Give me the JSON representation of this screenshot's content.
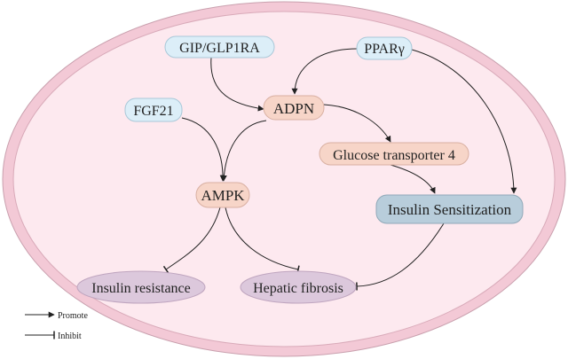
{
  "nodes": {
    "gip": {
      "label": "GIP/GLP1RA",
      "kind": "drug"
    },
    "ppar": {
      "label": "PPARγ",
      "kind": "drug"
    },
    "fgf21": {
      "label": "FGF21",
      "kind": "drug"
    },
    "adpn": {
      "label": "ADPN",
      "kind": "mediator"
    },
    "ampk": {
      "label": "AMPK",
      "kind": "mediator"
    },
    "glut4": {
      "label": "Glucose transporter 4",
      "kind": "mediator"
    },
    "sensitization": {
      "label": "Insulin Sensitization",
      "kind": "effect"
    },
    "resistance": {
      "label": "Insulin resistance",
      "kind": "outcome"
    },
    "fibrosis": {
      "label": "Hepatic fibrosis",
      "kind": "outcome"
    }
  },
  "edges": [
    {
      "from": "gip",
      "to": "adpn",
      "type": "promote"
    },
    {
      "from": "ppar",
      "to": "adpn",
      "type": "promote"
    },
    {
      "from": "ppar",
      "to": "sensitization",
      "type": "promote"
    },
    {
      "from": "fgf21",
      "to": "ampk",
      "type": "promote"
    },
    {
      "from": "adpn",
      "to": "ampk",
      "type": "promote"
    },
    {
      "from": "adpn",
      "to": "glut4",
      "type": "promote"
    },
    {
      "from": "glut4",
      "to": "sensitization",
      "type": "promote"
    },
    {
      "from": "ampk",
      "to": "resistance",
      "type": "inhibit"
    },
    {
      "from": "ampk",
      "to": "fibrosis",
      "type": "inhibit"
    },
    {
      "from": "sensitization",
      "to": "fibrosis",
      "type": "inhibit"
    }
  ],
  "legend": {
    "promote": "Promote",
    "inhibit": "Inhibit"
  },
  "colors": {
    "cell_outer": "#f3c9d6",
    "cell_inner": "#fde9ef",
    "drug": "#dceef8",
    "mediator": "#f7d5c8",
    "effect": "#b8cddb",
    "outcome": "#dcc8dc"
  }
}
